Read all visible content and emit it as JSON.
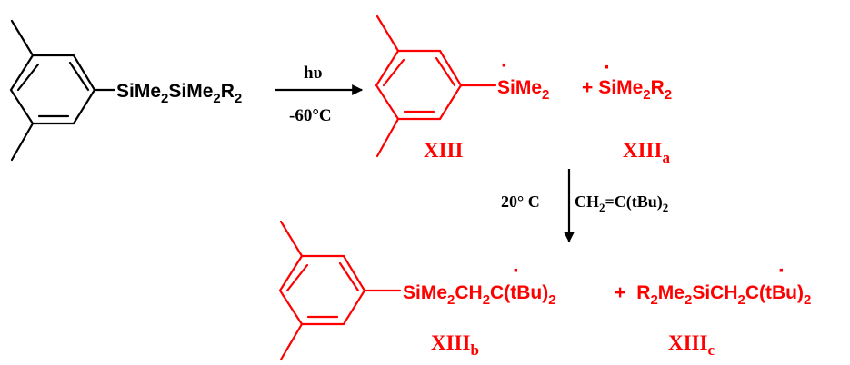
{
  "colors": {
    "reactant": "#000000",
    "product": "#ff0000",
    "arrow": "#000000"
  },
  "reactant": {
    "group": "SiMe",
    "s1": "2",
    "mid": "SiMe",
    "s2": "2",
    "r": "R",
    "s3": "2"
  },
  "step1": {
    "above": "hυ",
    "below": "-60°C"
  },
  "radical_xiii": {
    "group": "SiMe",
    "sub": "2",
    "dot": "·",
    "label": "XIII"
  },
  "radical_xiiia": {
    "plus": "+",
    "group": "SiMe",
    "s1": "2",
    "r": "R",
    "s2": "2",
    "dot": "·",
    "label": "XIII",
    "label_sub": "a"
  },
  "step2": {
    "left": "20° C",
    "reagent": "CH",
    "s1": "2",
    "mid": "=C(tBu)",
    "s2": "2"
  },
  "radical_xiiib": {
    "g1": "SiMe",
    "s1": "2",
    "g2": "CH",
    "s2": "2",
    "g3": "C",
    "g4": "(tBu)",
    "s3": "2",
    "dot": "·",
    "label": "XIII",
    "label_sub": "b"
  },
  "radical_xiiic": {
    "plus": "+",
    "g1": "R",
    "s1": "2",
    "g2": "Me",
    "s2": "2",
    "g3": "SiCH",
    "s3": "2",
    "g4": "C",
    "g5": "(tBu)",
    "s4": "2",
    "dot": "·",
    "label": "XIII",
    "label_sub": "c"
  }
}
